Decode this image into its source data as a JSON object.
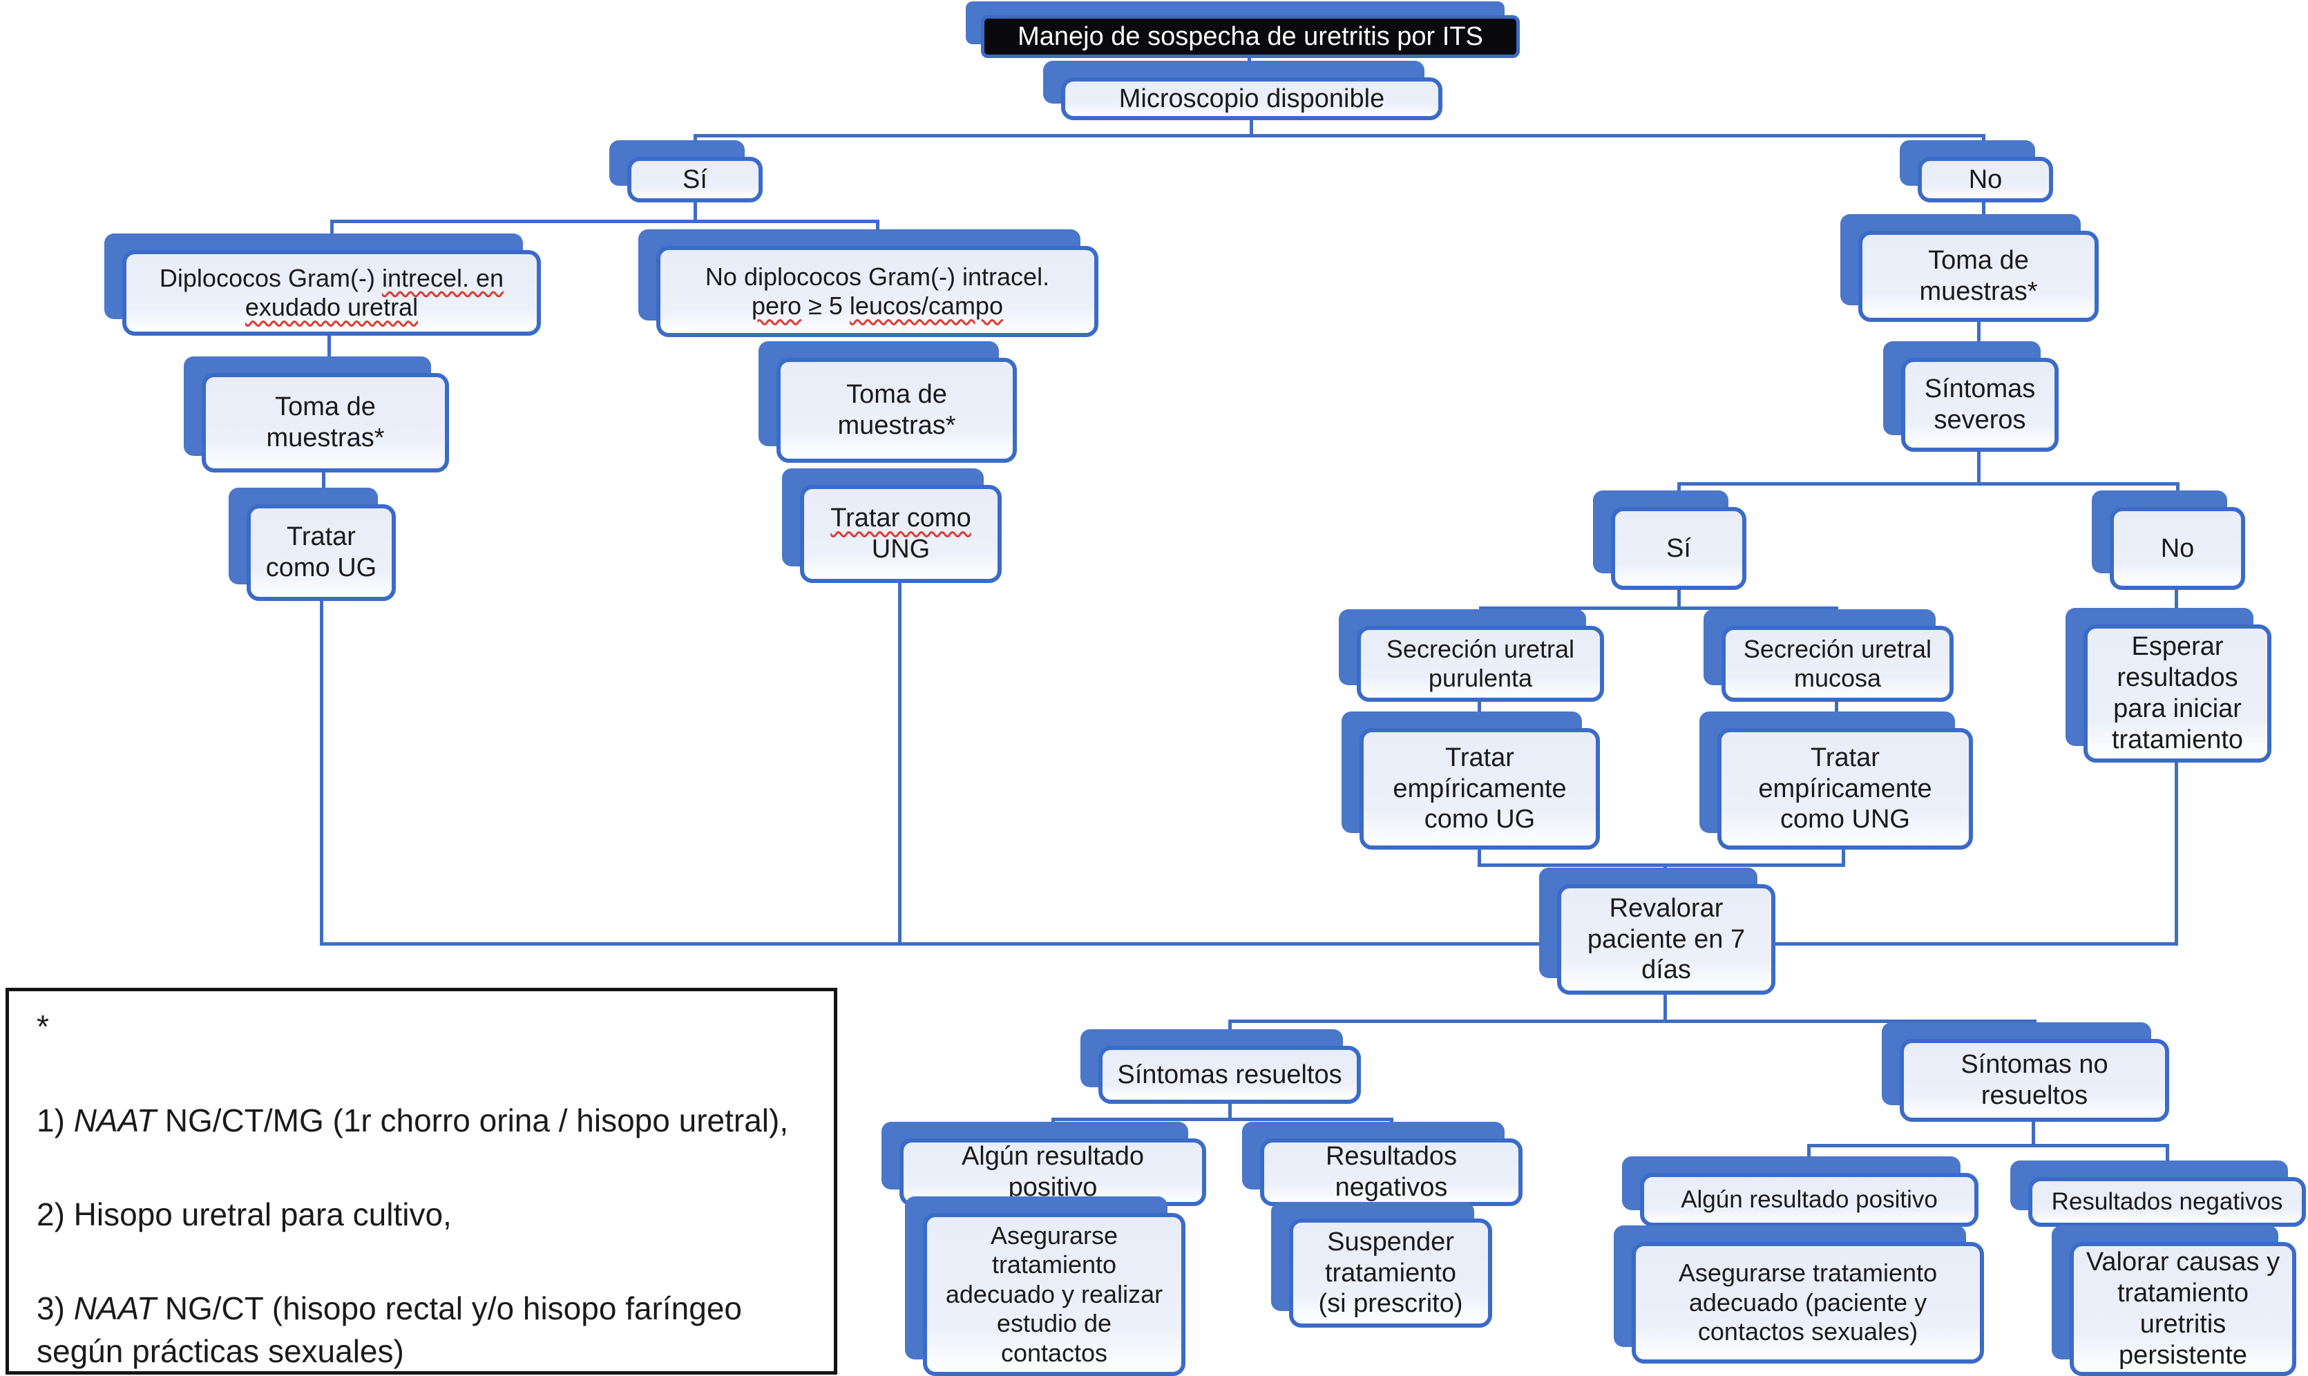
{
  "colors": {
    "accent_shadow": "#4A77C9",
    "box_border": "#3B6BC8",
    "line": "#3E6DC4",
    "box_fill_top": "#E8EDF8",
    "title_bg": "#0A0A0C",
    "misspell_red": "#E0392F",
    "text": "#1A1A1A"
  },
  "nodes": {
    "title": {
      "label": "Manejo de sospecha de uretritis por ITS"
    },
    "microscopio": {
      "label": "Microscopio disponible"
    },
    "si_left": {
      "label": "Sí"
    },
    "no_top": {
      "label": "No"
    },
    "gram_pos": {
      "seg1": "Diplococos Gram(-) ",
      "miss1": "intrecel. en",
      "miss2": "exudado uretral"
    },
    "gram_neg": {
      "seg1": "No diplococos Gram(-) intracel.",
      "miss1": "pero",
      "seg2": " ≥ 5 ",
      "miss2": "leucos/campo"
    },
    "toma_left": {
      "label": "Toma de\nmuestras*"
    },
    "toma_mid": {
      "label": "Toma de\nmuestras*"
    },
    "toma_right": {
      "label": "Toma de\nmuestras*"
    },
    "tratar_ug": {
      "label": "Tratar\ncomo UG"
    },
    "tratar_ung": {
      "miss1": "Tratar como",
      "seg1": "UNG"
    },
    "severos": {
      "label": "Síntomas\nseveros"
    },
    "si_mid": {
      "label": "Sí"
    },
    "no_mid": {
      "label": "No"
    },
    "purulenta": {
      "label": "Secreción uretral\npurulenta"
    },
    "mucosa": {
      "label": "Secreción uretral\nmucosa"
    },
    "esperar": {
      "label": "Esperar\nresultados\npara iniciar\ntratamiento"
    },
    "emp_ug": {
      "label": "Tratar\nempíricamente\ncomo UG"
    },
    "emp_ung": {
      "label": "Tratar\nempíricamente\ncomo UNG"
    },
    "revalorar": {
      "label": "Revalorar\npaciente en 7\ndías"
    },
    "resueltos": {
      "label": "Síntomas resueltos"
    },
    "algun_l": {
      "label": "Algún resultado\npositivo"
    },
    "negativos_l": {
      "label": "Resultados\nnegativos"
    },
    "asegurarse_l": {
      "label": "Asegurarse\ntratamiento\nadecuado y realizar\nestudio de\ncontactos"
    },
    "suspender": {
      "label": "Suspender\ntratamiento\n(si prescrito)"
    },
    "no_resueltos": {
      "label": "Síntomas no\nresueltos"
    },
    "algun_r": {
      "label": "Algún resultado positivo"
    },
    "negativos_r": {
      "label": "Resultados negativos"
    },
    "asegurarse_r": {
      "label": "Asegurarse tratamiento\nadecuado (paciente y\ncontactos sexuales)"
    },
    "valorar": {
      "label": "Valorar causas y\ntratamiento\nuretritis\npersistente"
    }
  },
  "note": {
    "asterisk": "*",
    "l1_pre": "1) ",
    "l1_it": "NAAT",
    "l1_rest": " NG/CT/MG (1r chorro orina / hisopo uretral),",
    "l2": "2) Hisopo uretral para cultivo,",
    "l3_pre": "3) ",
    "l3_it": "NAAT",
    "l3_rest": " NG/CT (hisopo rectal y/o hisopo faríngeo según prácticas sexuales)"
  }
}
